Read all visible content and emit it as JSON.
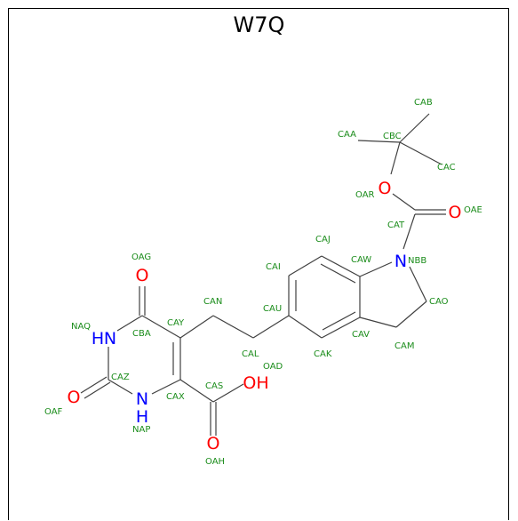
{
  "title": "W7Q",
  "colors": {
    "carbon_bond": "#404040",
    "oxygen": "#ff0000",
    "nitrogen": "#0000ff",
    "atom_label": "#1a8c1a"
  },
  "atom_names": {
    "CAB": "CAB",
    "CAA": "CAA",
    "CBC": "CBC",
    "CAC": "CAC",
    "OAR": "OAR",
    "CAT": "CAT",
    "OAE": "OAE",
    "CAJ": "CAJ",
    "CAW": "CAW",
    "NBB": "NBB",
    "CAI": "CAI",
    "CAU": "CAU",
    "CAO": "CAO",
    "CAV": "CAV",
    "CAM": "CAM",
    "CAK": "CAK",
    "CAL": "CAL",
    "OAD": "OAD",
    "CAN": "CAN",
    "OAG": "OAG",
    "NAQ": "NAQ",
    "CBA": "CBA",
    "CAY": "CAY",
    "CAZ": "CAZ",
    "OAF": "OAF",
    "CAX": "CAX",
    "CAS": "CAS",
    "NAP": "NAP",
    "OAH": "OAH"
  },
  "element_symbols": {
    "o_ether": "O",
    "o_carbonyl_boc": "O",
    "n_indoline": "N",
    "o_upper": "O",
    "n_imide_upper": "N",
    "h_imide_upper": "H",
    "o_lower": "O",
    "n_imide_lower": "N",
    "h_imide_lower": "H",
    "acid_oh": "OH",
    "o_acid": "O"
  }
}
